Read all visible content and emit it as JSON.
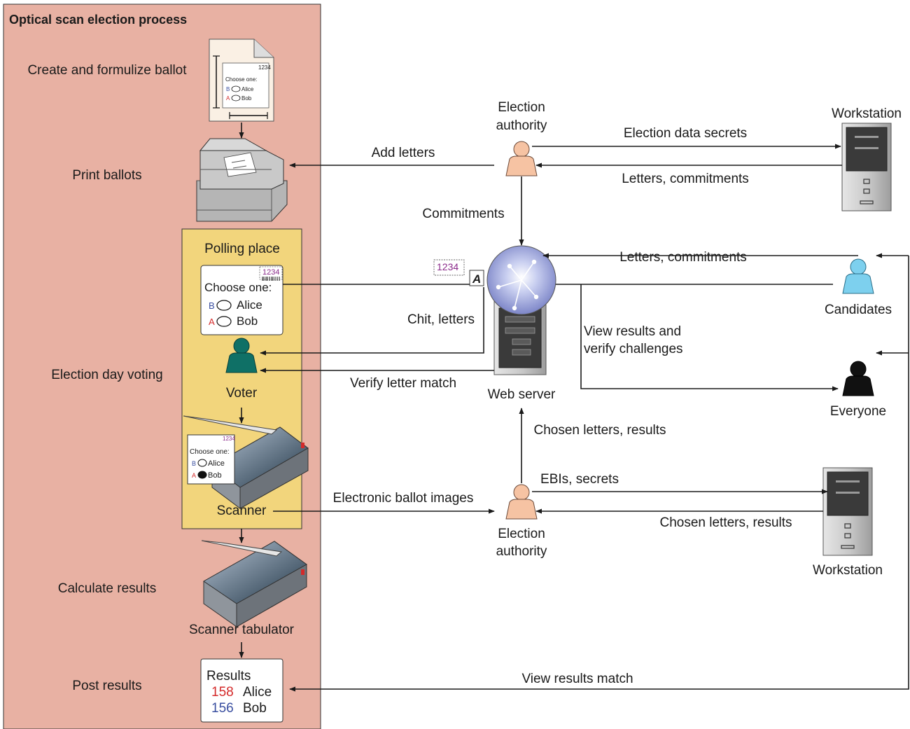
{
  "process": {
    "title": "Optical scan election process",
    "steps": {
      "create": "Create and formulize ballot",
      "print": "Print ballots",
      "voting": "Election day voting",
      "calculate": "Calculate results",
      "post": "Post results"
    },
    "polling": {
      "title": "Polling place",
      "voter": "Voter",
      "scanner": "Scanner"
    },
    "tabulator": "Scanner tabulator"
  },
  "ballot": {
    "serial": "1234",
    "prompt": "Choose one:",
    "options": [
      {
        "letter": "B",
        "name": "Alice",
        "letter_color": "#3a4fa0"
      },
      {
        "letter": "A",
        "name": "Bob",
        "letter_color": "#d42a2a"
      }
    ],
    "chit_letter": "A"
  },
  "results": {
    "title": "Results",
    "rows": [
      {
        "count": "158",
        "name": "Alice",
        "color": "#d42a2a"
      },
      {
        "count": "156",
        "name": "Bob",
        "color": "#3a4fa0"
      }
    ]
  },
  "actors": {
    "authority_top_1": "Election",
    "authority_top_2": "authority",
    "authority_bottom_1": "Election",
    "authority_bottom_2": "authority",
    "workstation_top": "Workstation",
    "workstation_bottom": "Workstation",
    "web_server": "Web server",
    "candidates": "Candidates",
    "everyone": "Everyone"
  },
  "flows": {
    "add_letters": "Add letters",
    "election_data_secrets": "Election data secrets",
    "letters_commitments_ws": "Letters, commitments",
    "commitments": "Commitments",
    "letters_commitments_cand": "Letters, commitments",
    "chit_letters": "Chit, letters",
    "verify_letter_match": "Verify letter match",
    "view_results_1": "View results and",
    "view_results_2": "verify challenges",
    "chosen_letters_results_up": "Chosen letters, results",
    "electronic_ballot_images": "Electronic ballot images",
    "ebis_secrets": "EBIs, secrets",
    "chosen_letters_results_ws": "Chosen letters, results",
    "view_results_match": "View results match"
  },
  "colors": {
    "process_bg": "#e8b1a3",
    "polling_bg": "#f2d57c",
    "authority_person": "#f6c3a3",
    "candidates_person": "#7dd0ee",
    "voter_person": "#0f7066",
    "everyone_person": "#111111"
  }
}
